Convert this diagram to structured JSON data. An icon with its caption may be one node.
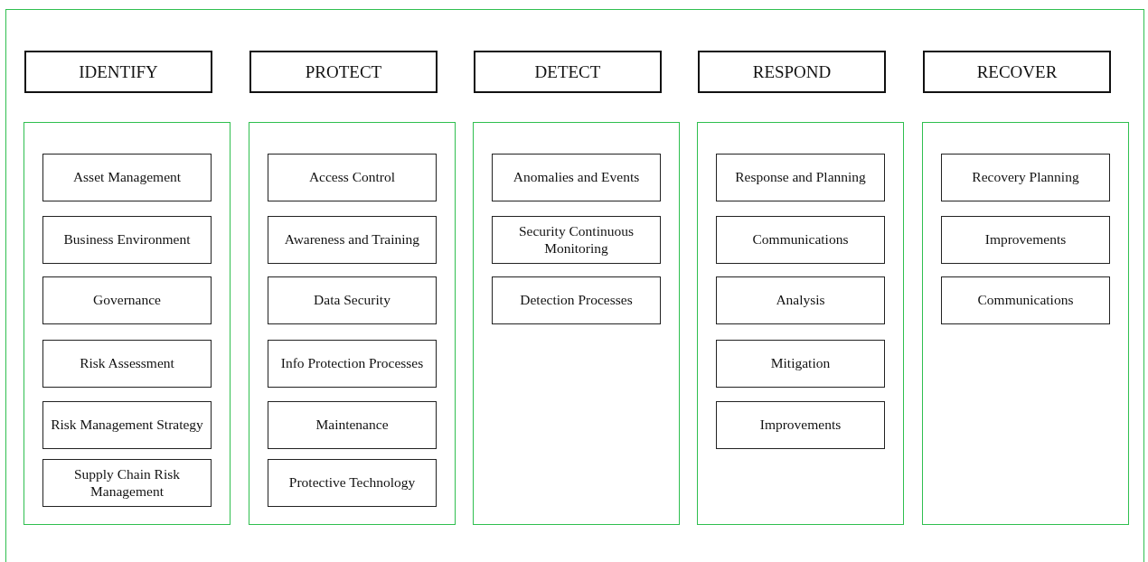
{
  "diagram": {
    "nodes": [
      {
        "text": [
          "IDENTIFY"
        ]
      },
      {
        "text": [],
        "shape": "box"
      },
      {
        "text": [
          "Asset Management"
        ],
        "in": 1
      },
      {
        "text": [
          "Business Environment"
        ],
        "in": 1
      },
      {
        "text": [
          "Governance"
        ],
        "in": 1
      },
      {
        "text": [
          "Risk Assessment"
        ],
        "in": 1
      },
      {
        "text": [
          "Risk Management Strategy"
        ],
        "in": 1
      },
      {
        "text": [
          "Supply Chain Risk Management"
        ],
        "in": 1
      },
      {
        "text": [
          "PROTECT"
        ]
      },
      {
        "text": [],
        "shape": "box"
      },
      {
        "text": [
          "Access Control"
        ],
        "in": 9
      },
      {
        "text": [
          "Awareness and Training"
        ],
        "in": 9
      },
      {
        "text": [
          "Data Security"
        ],
        "in": 9
      },
      {
        "text": [
          "Info Protection Processes"
        ],
        "in": 9
      },
      {
        "text": [
          "Maintenance"
        ],
        "in": 9
      },
      {
        "text": [
          "Protective Technology"
        ],
        "in": 9
      },
      {
        "text": [
          "DETECT"
        ]
      },
      {
        "text": [],
        "shape": "box"
      },
      {
        "text": [
          "Anomalies and Events"
        ],
        "in": 17
      },
      {
        "text": [
          "Security Continuous Monitoring"
        ],
        "in": 17
      },
      {
        "text": [
          "Detection Processes"
        ],
        "in": 17
      },
      {
        "text": [
          "RESPOND"
        ]
      },
      {
        "text": [],
        "shape": "box"
      },
      {
        "text": [
          "Response and Planning"
        ],
        "in": 22
      },
      {
        "text": [
          "Communications"
        ],
        "in": 22
      },
      {
        "text": [
          "Analysis"
        ],
        "in": 22
      },
      {
        "text": [
          "Mitigation"
        ],
        "in": 22
      },
      {
        "text": [
          "Improvements"
        ],
        "in": 22
      },
      {
        "text": [
          "RECOVER"
        ]
      },
      {
        "text": [],
        "shape": "box"
      },
      {
        "text": [
          "Recovery Planning"
        ],
        "in": 29
      },
      {
        "text": [
          "Improvements"
        ],
        "in": 29
      },
      {
        "text": [
          "Communications"
        ],
        "in": 29
      }
    ]
  }
}
